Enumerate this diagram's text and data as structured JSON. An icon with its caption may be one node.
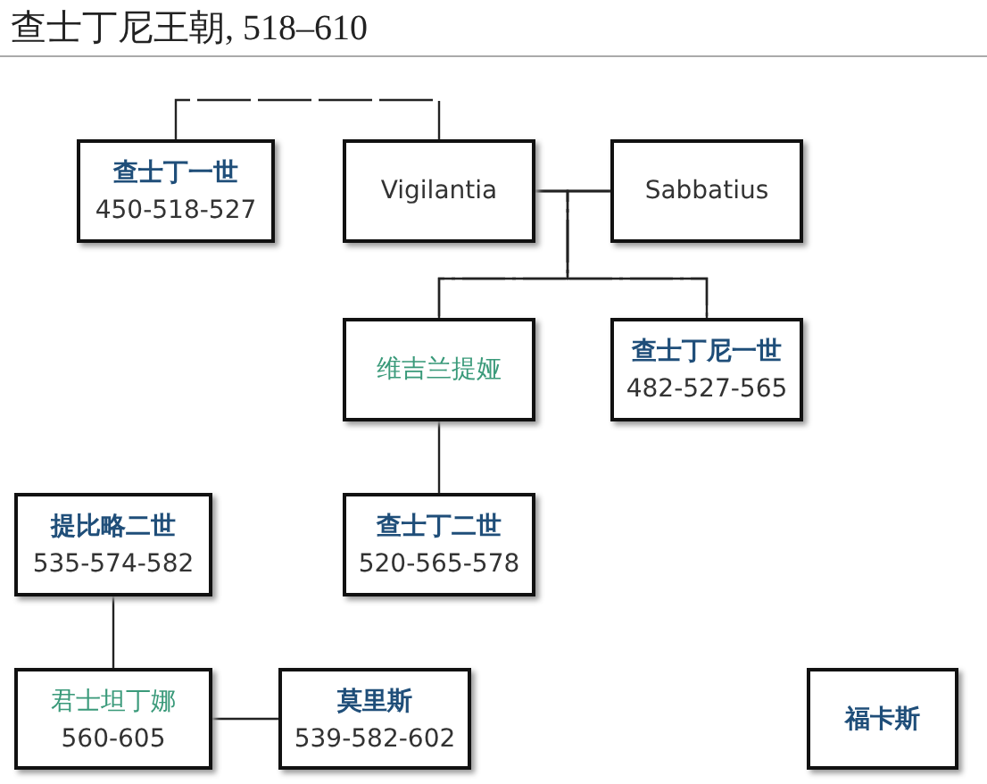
{
  "diagram": {
    "title": "查士丁尼王朝, 518–610",
    "nodes": [
      {
        "text": [
          "查士丁一世",
          "450-518-527"
        ]
      },
      {
        "text": [
          "Vigilantia"
        ]
      },
      {
        "text": [
          "Sabbatius"
        ]
      },
      {
        "text": [
          "维吉兰提娅"
        ]
      },
      {
        "text": [
          "查士丁尼一世",
          "482-527-565"
        ]
      },
      {
        "text": [
          "提比略二世",
          "535-574-582"
        ]
      },
      {
        "text": [
          "查士丁二世",
          "520-565-578"
        ]
      },
      {
        "text": [
          "君士坦丁娜",
          "560-605"
        ]
      },
      {
        "text": [
          "莫里斯",
          "539-582-602"
        ]
      },
      {
        "text": [
          "福卡斯"
        ]
      }
    ],
    "edges": [
      {
        "from": 0,
        "to": 1,
        "arrow": "none",
        "style": "dashed"
      },
      {
        "from": 1,
        "to": 2,
        "arrow": "none"
      },
      {
        "from": 1,
        "to": 3,
        "arrow": "none",
        "style": "dashed"
      },
      {
        "from": 2,
        "to": 3,
        "arrow": "none",
        "style": "dashed"
      },
      {
        "from": 1,
        "to": 4,
        "arrow": "none",
        "style": "dashed"
      },
      {
        "from": 2,
        "to": 4,
        "arrow": "none",
        "style": "dashed"
      },
      {
        "from": 3,
        "to": 6,
        "arrow": "none"
      },
      {
        "from": 5,
        "to": 7,
        "arrow": "none"
      },
      {
        "from": 7,
        "to": 8,
        "arrow": "none"
      }
    ]
  }
}
